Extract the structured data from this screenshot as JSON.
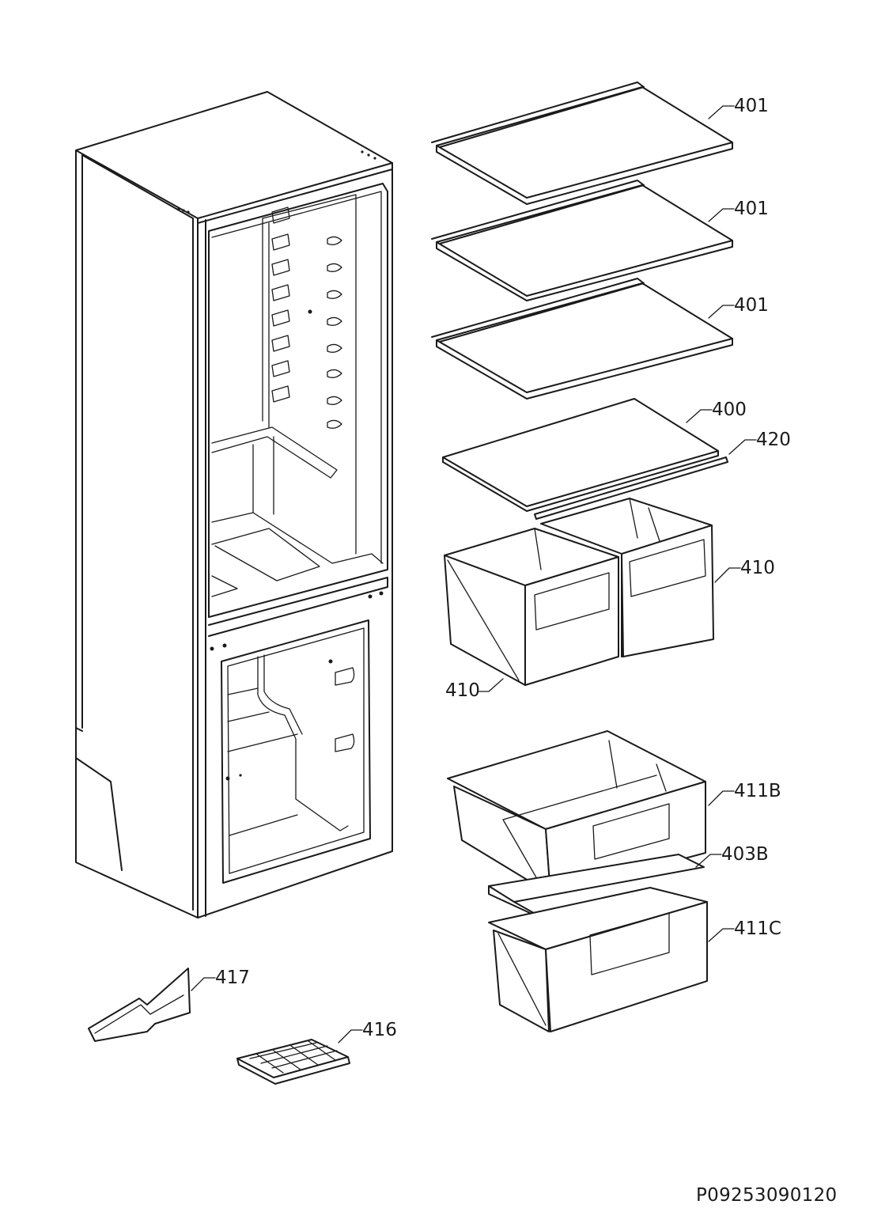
{
  "callouts": {
    "shelf_1": "401",
    "shelf_2": "401",
    "shelf_3": "401",
    "crisper_cover": "400",
    "shelf_trim": "420",
    "crisper_drawer_right": "410",
    "crisper_drawer_left": "410",
    "freezer_drawer_upper": "411B",
    "freezer_glass_plate": "403B",
    "freezer_drawer_lower": "411C",
    "ice_scraper": "417",
    "ice_tray": "416"
  },
  "drawing_number": "P09253090120"
}
